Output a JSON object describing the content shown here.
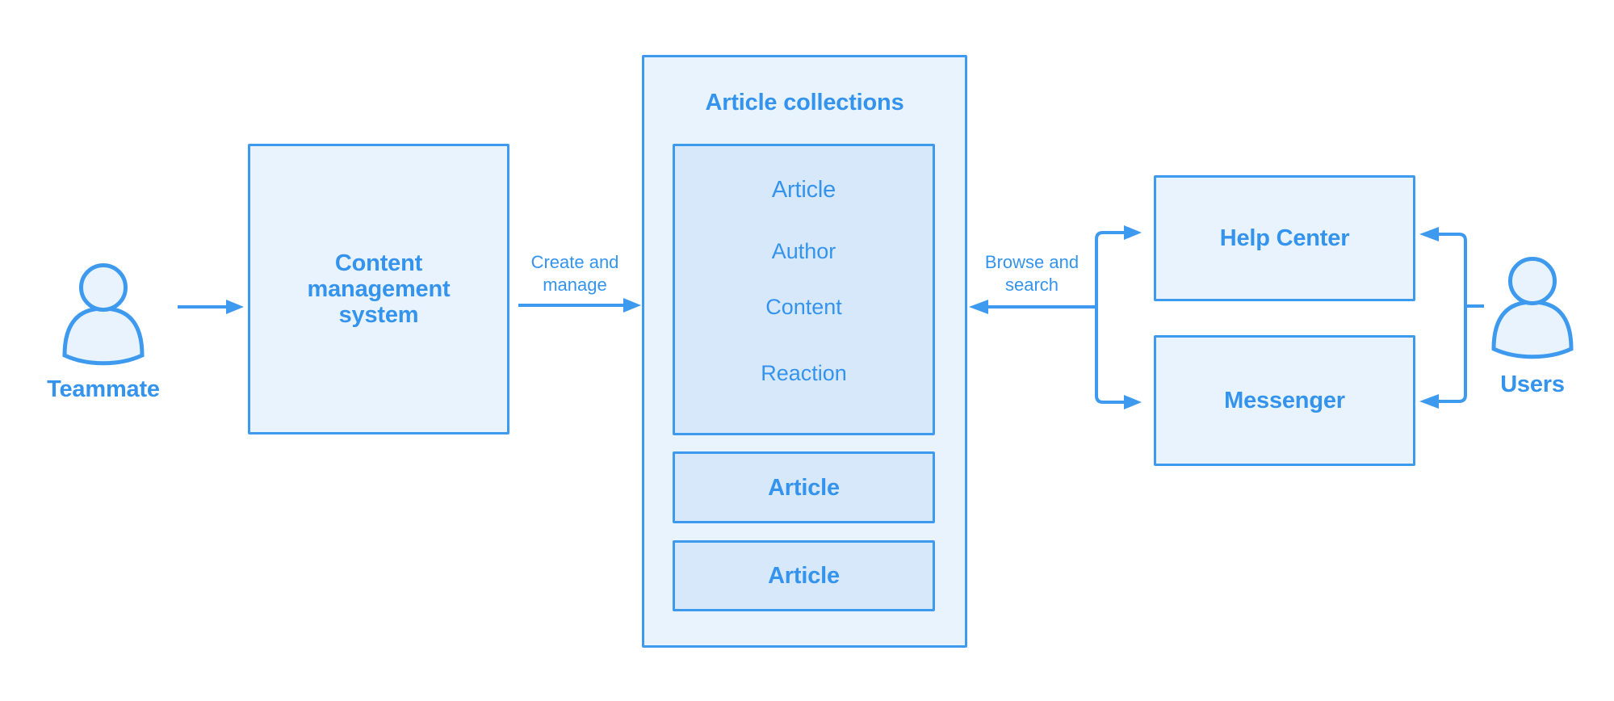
{
  "palette": {
    "accent": "#3E9AEF",
    "text": "#3494ED",
    "fill_light": "#E9F3FD",
    "fill_mid": "#D7E8FB",
    "background": "#FFFFFF"
  },
  "diagram": {
    "teammate": {
      "label": "Teammate"
    },
    "cms": {
      "label": "Content management system"
    },
    "flows": {
      "create_manage": "Create and manage",
      "browse_search": "Browse and search"
    },
    "collections": {
      "title": "Article collections",
      "article_detail": {
        "title": "Article",
        "fields": [
          "Author",
          "Content",
          "Reaction"
        ]
      },
      "articles": [
        "Article",
        "Article"
      ]
    },
    "channels": {
      "help_center": "Help Center",
      "messenger": "Messenger"
    },
    "users": {
      "label": "Users"
    }
  }
}
